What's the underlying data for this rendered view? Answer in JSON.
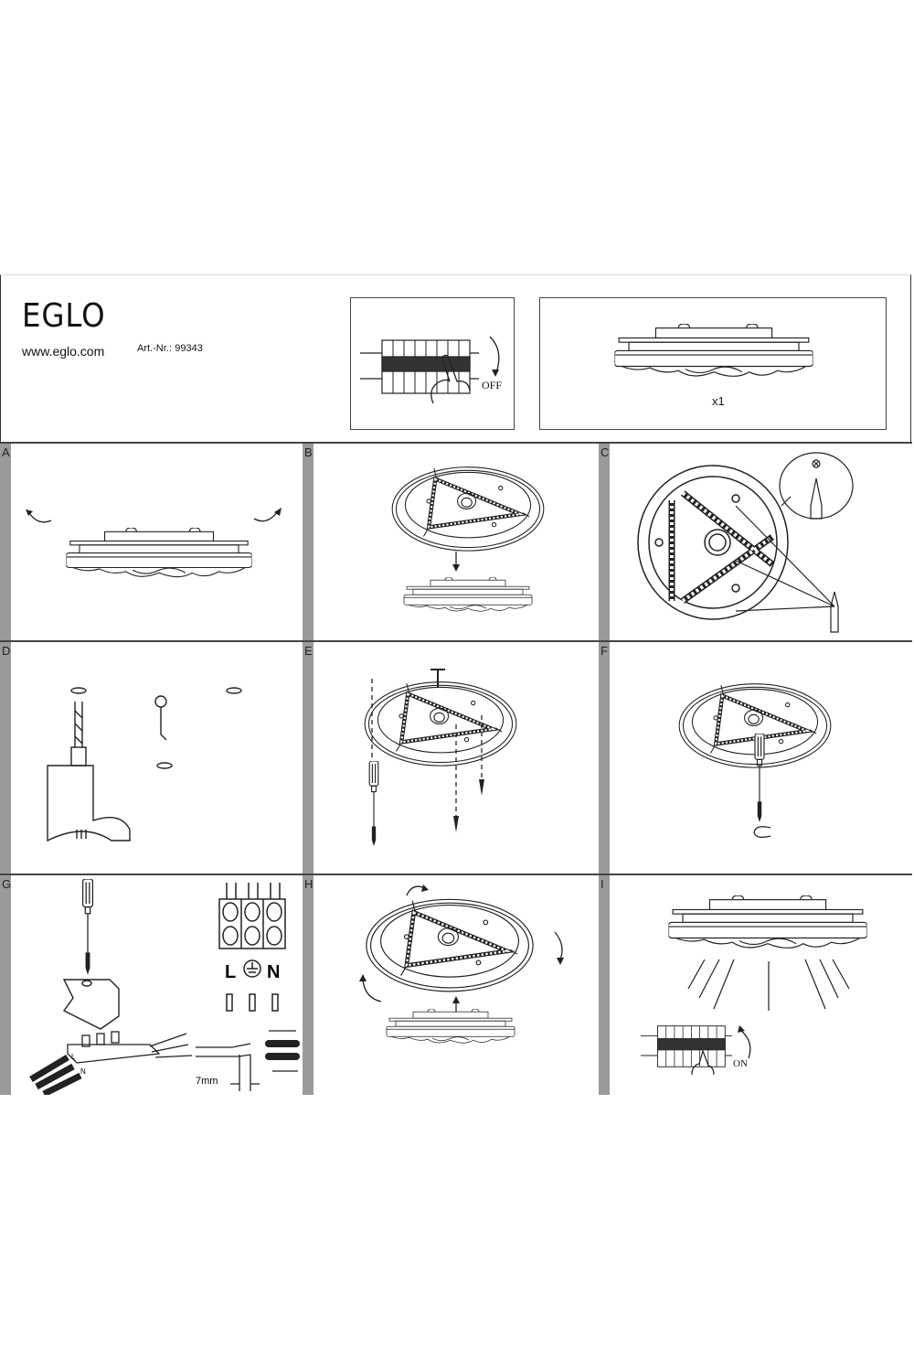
{
  "header": {
    "brand": "EGLO",
    "website": "www.eglo.com",
    "article_label": "Art.-Nr.:",
    "article_number": "99343"
  },
  "safety_box": {
    "off_label": "OFF"
  },
  "contents_box": {
    "quantity_label": "x1"
  },
  "panels": [
    {
      "label": "A"
    },
    {
      "label": "B"
    },
    {
      "label": "C"
    },
    {
      "label": "D"
    },
    {
      "label": "E"
    },
    {
      "label": "F"
    },
    {
      "label": "G",
      "terminal_labels": [
        "L",
        "N"
      ],
      "strip_length": "7mm"
    },
    {
      "label": "H"
    },
    {
      "label": "I",
      "on_label": "ON"
    }
  ],
  "colors": {
    "strip": "#9a9a9a",
    "line": "#222222"
  }
}
